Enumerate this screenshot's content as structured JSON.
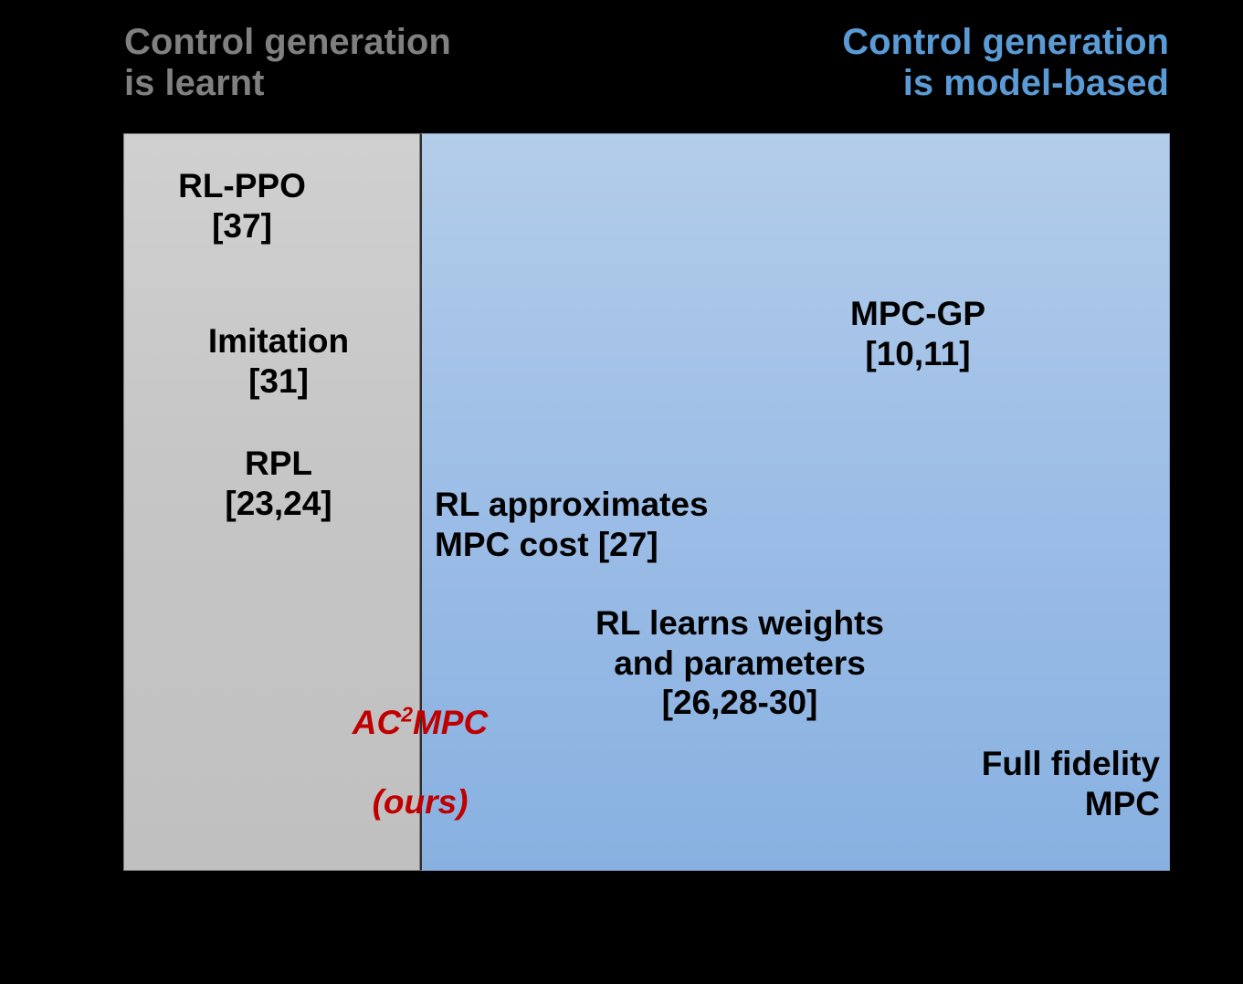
{
  "figure": {
    "background_color": "#000000",
    "headers": {
      "left": {
        "text": "Control generation\nis learnt",
        "color": "#808080",
        "align": "left"
      },
      "right": {
        "text": "Control generation\nis model-based",
        "color": "#5b9bd5",
        "align": "right"
      }
    },
    "panels": [
      {
        "name": "learnt",
        "fill_color": "#c6c6c6",
        "border_color": "#7f7f7f",
        "items": [
          {
            "name": "rl-ppo",
            "text": "RL-PPO\n[37]",
            "color": "#000000",
            "align": "center"
          },
          {
            "name": "imitation",
            "text": "Imitation\n[31]",
            "color": "#000000",
            "align": "center"
          },
          {
            "name": "rpl",
            "text": "RPL\n[23,24]",
            "color": "#000000",
            "align": "center"
          }
        ]
      },
      {
        "name": "model-based",
        "fill_color": "#9cbde6",
        "border_color": "#7f9fc6",
        "items": [
          {
            "name": "mpc-gp",
            "text": "MPC-GP\n[10,11]",
            "color": "#000000",
            "align": "center"
          },
          {
            "name": "rl-approximates-cost",
            "text": "RL approximates\nMPC cost [27]",
            "color": "#000000",
            "align": "left"
          },
          {
            "name": "rl-learns-weights",
            "text": "RL learns weights\nand parameters\n[26,28-30]",
            "color": "#000000",
            "align": "center"
          },
          {
            "name": "full-fidelity-mpc",
            "text": "Full fidelity\nMPC",
            "color": "#000000",
            "align": "right"
          }
        ]
      }
    ],
    "highlight": {
      "name": "ours",
      "line1_prefix": "AC",
      "line1_superscript": "2",
      "line1_suffix": "MPC",
      "line2": "(ours)",
      "color": "#c00000",
      "style": "bold-italic"
    }
  }
}
